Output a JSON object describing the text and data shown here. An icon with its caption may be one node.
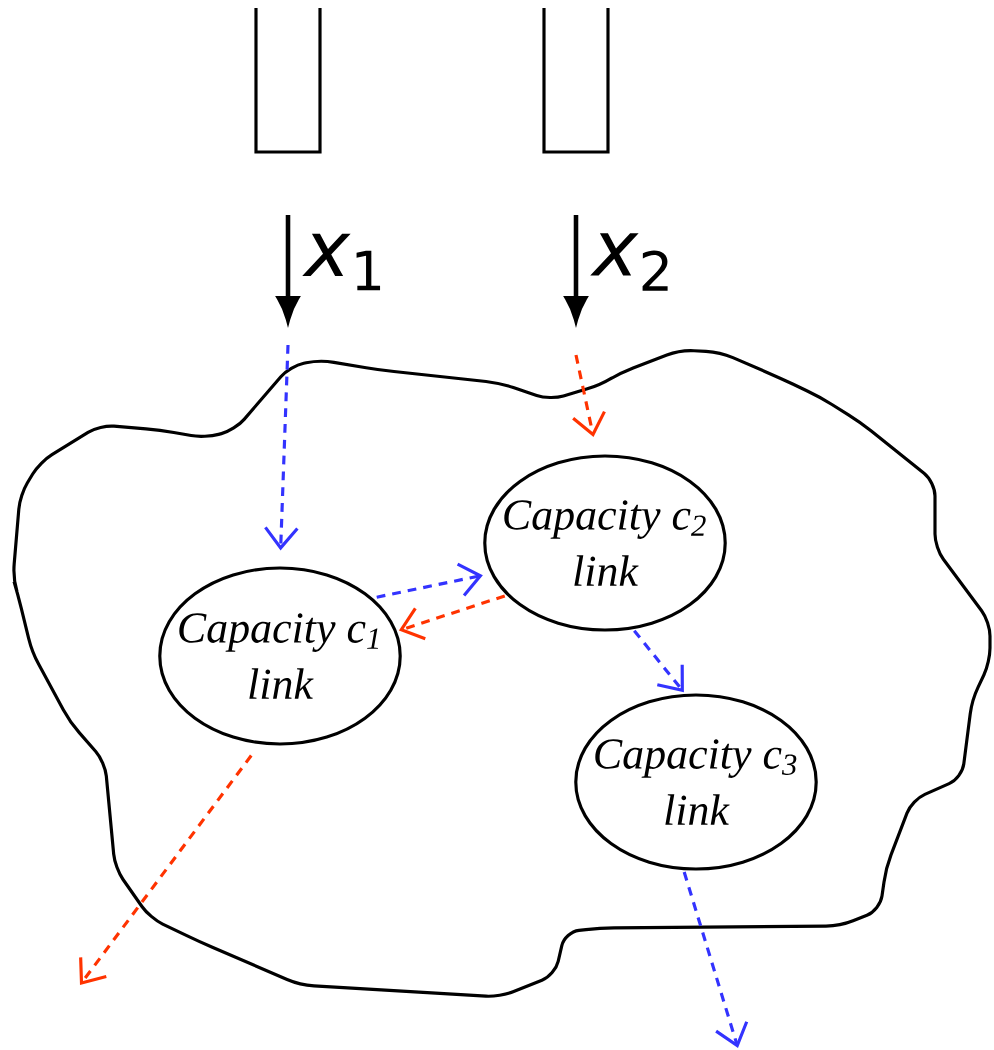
{
  "diagram": {
    "nodes": [
      {
        "text": [],
        "shape": "box"
      },
      {
        "text": [],
        "shape": "box"
      },
      {
        "text": [],
        "shape": "cloud"
      },
      {
        "text": [
          "Capacity c$_{1}$ link"
        ],
        "in": 2
      },
      {
        "text": [
          "Capacity c$_{2}$ link"
        ],
        "in": 2
      },
      {
        "text": [
          "Capacity c$_{3}$ link"
        ],
        "in": 2
      }
    ],
    "edges": [
      {
        "from": null,
        "to": 3,
        "arrow": "to",
        "style": "dashed",
        "color": "#3333ff"
      },
      {
        "from": null,
        "to": 4,
        "arrow": "to",
        "style": "dashed",
        "color": "#ff3300"
      },
      {
        "from": 3,
        "to": 4,
        "arrow": "to",
        "style": "dashed",
        "color": "#3333ff"
      },
      {
        "from": 4,
        "to": 3,
        "arrow": "to",
        "style": "dashed",
        "color": "#ff3300"
      },
      {
        "from": 4,
        "to": 5,
        "arrow": "to",
        "style": "dashed",
        "color": "#3333ff"
      },
      {
        "from": 3,
        "to": null,
        "arrow": "to",
        "style": "dashed",
        "color": "#ff3300"
      },
      {
        "from": 5,
        "to": null,
        "arrow": "to",
        "style": "dashed",
        "color": "#3333ff"
      }
    ],
    "labels": [
      "*x*$_{1}$",
      "*x*$_{2}$"
    ]
  }
}
